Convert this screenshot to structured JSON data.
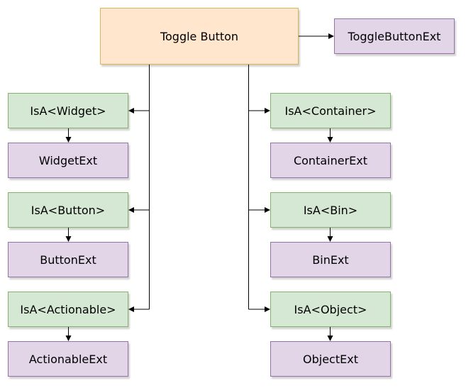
{
  "colors": {
    "orange_fill": "#ffe6cc",
    "orange_stroke": "#d6b656",
    "green_fill": "#d5e8d4",
    "green_stroke": "#82b366",
    "purple_fill": "#e1d5e7",
    "purple_stroke": "#9673a6",
    "edge": "#000000"
  },
  "nodes": {
    "toggle_button": "Toggle Button",
    "toggle_button_ext": "ToggleButtonExt",
    "isa_widget": "IsA<Widget>",
    "widget_ext": "WidgetExt",
    "isa_button": "IsA<Button>",
    "button_ext": "ButtonExt",
    "isa_actionable": "IsA<Actionable>",
    "actionable_ext": "ActionableExt",
    "isa_container": "IsA<Container>",
    "container_ext": "ContainerExt",
    "isa_bin": "IsA<Bin>",
    "bin_ext": "BinExt",
    "isa_object": "IsA<Object>",
    "object_ext": "ObjectExt"
  }
}
